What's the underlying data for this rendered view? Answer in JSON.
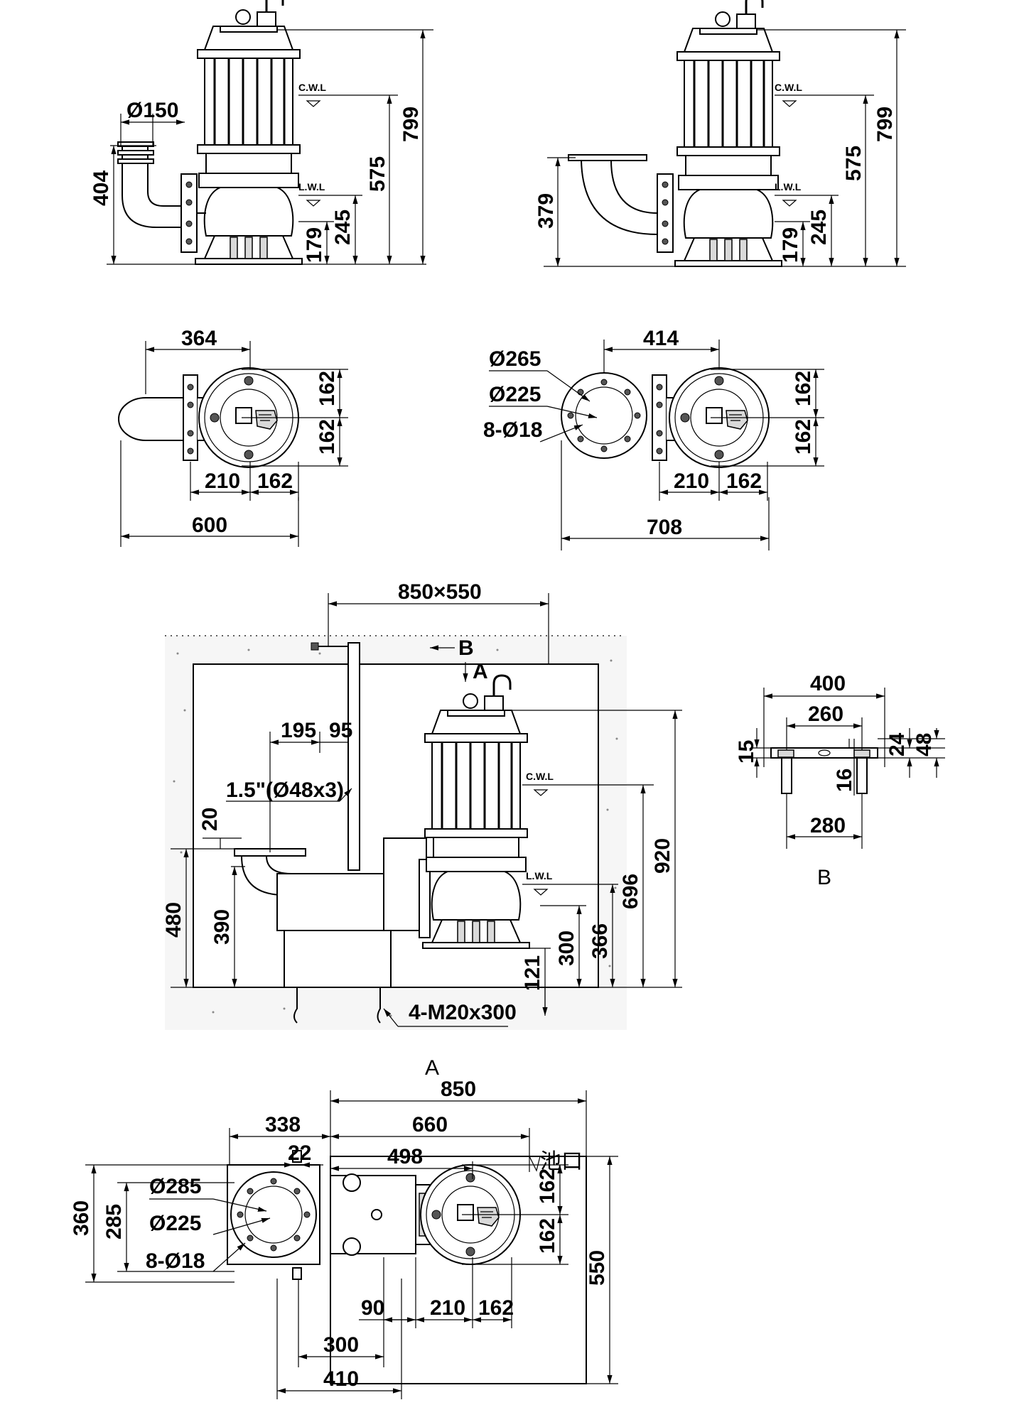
{
  "view1": {
    "dims": {
      "d150": "Ø150",
      "h404": "404",
      "h799": "799",
      "h575": "575",
      "h245": "245",
      "h179": "179"
    },
    "labels": {
      "cwl": "C.W.L",
      "lwl": "L.W.L"
    }
  },
  "view2": {
    "dims": {
      "h379": "379",
      "h799": "799",
      "h575": "575",
      "h245": "245",
      "h179": "179"
    },
    "labels": {
      "cwl": "C.W.L",
      "lwl": "L.W.L"
    }
  },
  "view3": {
    "dims": {
      "w364": "364",
      "h162a": "162",
      "h162b": "162",
      "w210": "210",
      "w162": "162",
      "w600": "600"
    }
  },
  "view4": {
    "dims": {
      "w414": "414",
      "d265": "Ø265",
      "d225": "Ø225",
      "holes": "8-Ø18",
      "h162a": "162",
      "h162b": "162",
      "w210": "210",
      "w162": "162",
      "w708": "708"
    }
  },
  "view5": {
    "dims": {
      "w850x550": "850×550",
      "w195": "195",
      "w95": "95",
      "pipe": "1.5\"(Ø48x3)",
      "h20": "20",
      "h480": "480",
      "h390": "390",
      "h920": "920",
      "h696": "696",
      "h366": "366",
      "h300": "300",
      "h121": "121",
      "bolts": "4-M20x300"
    },
    "labels": {
      "b": "B",
      "a": "A",
      "cwl": "C.W.L",
      "lwl": "L.W.L"
    }
  },
  "viewB": {
    "dims": {
      "w400": "400",
      "w260": "260",
      "h15": "15",
      "h24": "24",
      "h48": "48",
      "h16": "16",
      "w280": "280"
    },
    "labels": {
      "title": "B"
    }
  },
  "viewA": {
    "dims": {
      "w850": "850",
      "w338": "338",
      "w660": "660",
      "w22": "22",
      "w498": "498",
      "d285": "Ø285",
      "d225": "Ø225",
      "holes": "8-Ø18",
      "h360": "360",
      "h285": "285",
      "h162a": "162",
      "h162b": "162",
      "h550": "550",
      "w90": "90",
      "w210": "210",
      "w162": "162",
      "w300": "300",
      "w410": "410"
    },
    "labels": {
      "title": "A",
      "pool": "池口"
    }
  }
}
